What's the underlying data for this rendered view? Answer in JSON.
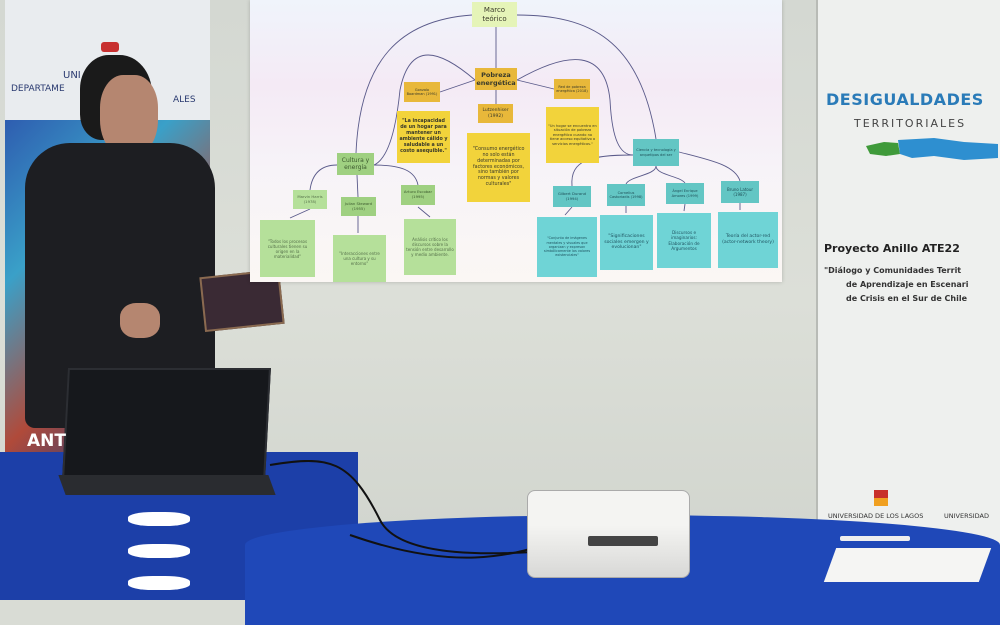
{
  "slide": {
    "nodes": [
      "Marco teórico",
      "Pobreza energética",
      "Gonzalo Boardman (1991)",
      "Lutzenhiser (1992)",
      "Red de pobreza energética (2018)",
      "\"La incapacidad de un hogar para mantener un ambiente cálido y saludable a un costo asequible.\"",
      "\"Consumo energético no solo están determinadas por factores económicos, sino también por normas y valores culturales\"",
      "\"Un hogar se encuentra en situación de pobreza energética cuando no tiene acceso equitativo a servicios energéticos.\"",
      "Cultura y energía",
      "Ciencia y tecnología y arquetipos del ser",
      "Marvin Harris (1978)",
      "Julian Steward (1955)",
      "Arturo Escobar (1995)",
      "Gilbert Durand (1994)",
      "Cornelius Castoriadis (1998)",
      "Ángel Enrique Amores (1999)",
      "Bruno Latour (1987)",
      "\"Todos los procesos culturales tienen su origen en la materialidad\"",
      "\"Interacciones entre una cultura y su entorno\"",
      "Análisis crítico los discursos sobre la tensión entre desarrollo y medio ambiente.",
      "\"Conjunto de imágenes mentales y visuales que organizan y expresan simbólicamente los valores existenciales\"",
      "\"Significaciones sociales emergen y evolucionan\"",
      "Discursos e imaginarios: Elaboración de Argumentos",
      "Teoría del actor-red (actor-network theory)"
    ]
  },
  "right_banner": {
    "logo_word": "DESIGUALDADES",
    "logo_sub": "TERRITORIALES",
    "project": "Proyecto Anillo ATE22",
    "subtitle_lines": [
      "\"Diálogo y Comunidades Territ",
      "de Aprendizaje en Escenari",
      "de Crisis en el Sur de Chile"
    ],
    "footer_left": "UNIVERSIDAD DE LOS LAGOS",
    "footer_right": "UNIVERSIDAD"
  },
  "left_banner": {
    "line1": "UNI",
    "line2": "DEPARTAME",
    "line2b": "ALES",
    "bottom": "ANT"
  },
  "colors": {
    "tablecloth": "#1c3fa8",
    "wall": "#d9dcd5"
  }
}
